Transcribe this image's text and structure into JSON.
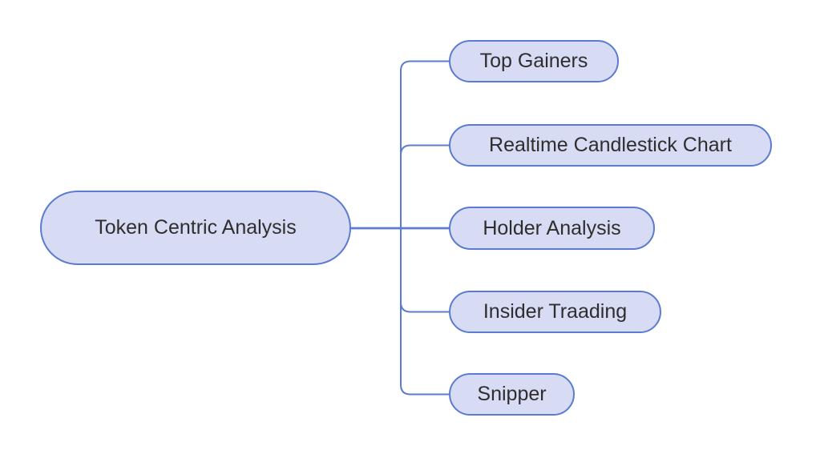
{
  "diagram": {
    "type": "mindmap",
    "root": {
      "label": "Token Centric Analysis"
    },
    "children": [
      {
        "label": "Top Gainers"
      },
      {
        "label": "Realtime Candlestick Chart"
      },
      {
        "label": "Holder Analysis"
      },
      {
        "label": "Insider Traading"
      },
      {
        "label": "Snipper"
      }
    ],
    "colors": {
      "node_fill": "#d8dbf4",
      "node_border": "#5b7bd0",
      "connector": "#5b7bd0",
      "text": "#2e2e2e",
      "background": "#ffffff"
    }
  }
}
